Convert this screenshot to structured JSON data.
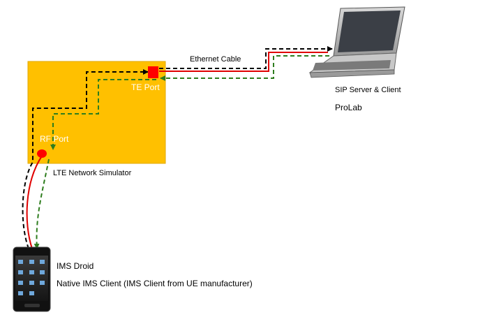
{
  "labels": {
    "ethernet_cable": "Ethernet Cable",
    "te_port": "TE  Port",
    "rf_port": "RF Port",
    "lte_simulator": "LTE Network Simulator",
    "sip_server": "SIP Server & Client",
    "prolab": "ProLab",
    "ims_droid": "IMS Droid",
    "native_ims": "Native IMS Client (IMS Client from UE manufacturer)"
  },
  "colors": {
    "simulator_fill": "#ffc000",
    "signal_line": "#e00000",
    "uplink_dashed": "#000000",
    "downlink_dashed": "#2e7d1e",
    "port_marker": "#ff0000"
  },
  "icons": [
    "laptop-icon",
    "smartphone-icon"
  ]
}
